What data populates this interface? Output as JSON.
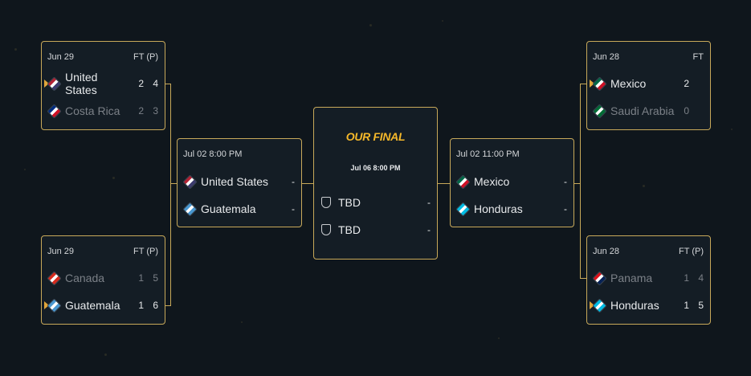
{
  "colors": {
    "accent": "#c8a95a",
    "title": "#f5b82a",
    "bg": "#0f161c"
  },
  "r16": {
    "tl": {
      "date": "Jun 29",
      "status": "FT (P)",
      "teams": [
        {
          "name": "United States",
          "score": "2",
          "pen": "4",
          "flag": [
            "#b22234",
            "#ffffff",
            "#3c3b6e"
          ],
          "winner": true
        },
        {
          "name": "Costa Rica",
          "score": "2",
          "pen": "3",
          "flag": [
            "#002b7f",
            "#ffffff",
            "#ce1126"
          ],
          "winner": false
        }
      ]
    },
    "bl": {
      "date": "Jun 29",
      "status": "FT (P)",
      "teams": [
        {
          "name": "Canada",
          "score": "1",
          "pen": "5",
          "flag": [
            "#d52b1e",
            "#ffffff",
            "#d52b1e"
          ],
          "winner": false
        },
        {
          "name": "Guatemala",
          "score": "1",
          "pen": "6",
          "flag": [
            "#4997d0",
            "#ffffff",
            "#4997d0"
          ],
          "winner": true
        }
      ]
    },
    "tr": {
      "date": "Jun 28",
      "status": "FT",
      "teams": [
        {
          "name": "Mexico",
          "score": "2",
          "pen": "",
          "flag": [
            "#006847",
            "#ffffff",
            "#ce1126"
          ],
          "winner": true
        },
        {
          "name": "Saudi Arabia",
          "score": "0",
          "pen": "",
          "flag": [
            "#006c35",
            "#ffffff",
            "#006c35"
          ],
          "winner": false
        }
      ]
    },
    "br": {
      "date": "Jun 28",
      "status": "FT (P)",
      "teams": [
        {
          "name": "Panama",
          "score": "1",
          "pen": "4",
          "flag": [
            "#da121a",
            "#ffffff",
            "#072357"
          ],
          "winner": false
        },
        {
          "name": "Honduras",
          "score": "1",
          "pen": "5",
          "flag": [
            "#00bce4",
            "#ffffff",
            "#00bce4"
          ],
          "winner": true
        }
      ]
    }
  },
  "semi": {
    "left": {
      "date": "Jul 02 8:00 PM",
      "teams": [
        {
          "name": "United States",
          "score": "-",
          "flag": [
            "#b22234",
            "#ffffff",
            "#3c3b6e"
          ]
        },
        {
          "name": "Guatemala",
          "score": "-",
          "flag": [
            "#4997d0",
            "#ffffff",
            "#4997d0"
          ]
        }
      ]
    },
    "right": {
      "date": "Jul 02 11:00 PM",
      "teams": [
        {
          "name": "Mexico",
          "score": "-",
          "flag": [
            "#006847",
            "#ffffff",
            "#ce1126"
          ]
        },
        {
          "name": "Honduras",
          "score": "-",
          "flag": [
            "#00bce4",
            "#ffffff",
            "#00bce4"
          ]
        }
      ]
    }
  },
  "final": {
    "title": "OUR FINAL",
    "date": "Jul 06 8:00 PM",
    "teams": [
      {
        "name": "TBD",
        "score": "-",
        "icon": "shield-icon"
      },
      {
        "name": "TBD",
        "score": "-",
        "icon": "shield-icon"
      }
    ]
  }
}
